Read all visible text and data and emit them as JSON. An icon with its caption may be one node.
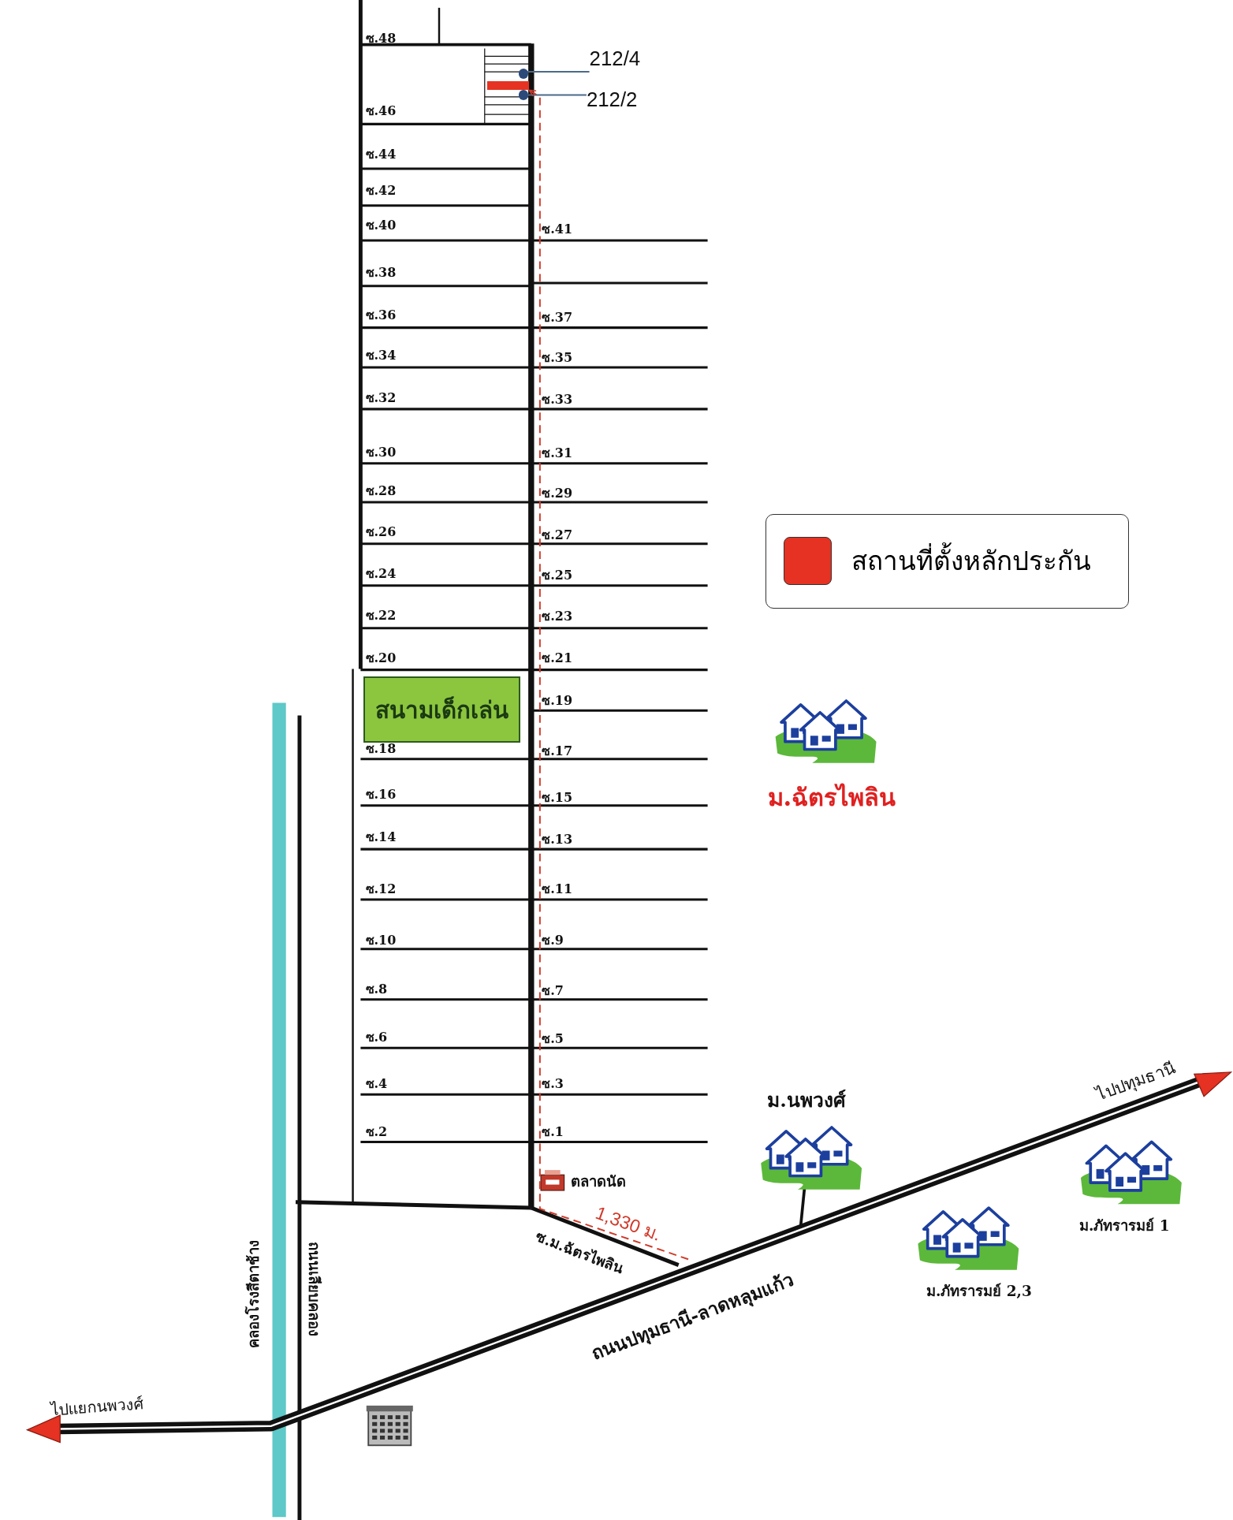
{
  "diagram": {
    "nodes": [
      {
        "text": [
          "212/4"
        ]
      },
      {
        "text": [],
        "shape": "circle"
      },
      {
        "text": [
          "212/2"
        ]
      },
      {
        "text": [],
        "shape": "circle"
      },
      {
        "text": [],
        "shape": "bar"
      },
      {
        "text": [
          "สนามเด็กเล่น"
        ]
      }
    ],
    "edges": [
      {
        "from": 0,
        "to": 1,
        "arrow": "none"
      },
      {
        "from": 2,
        "to": 3,
        "arrow": "none"
      },
      {
        "from": null,
        "to": 4,
        "arrow": "to",
        "label": "1,330 ม.",
        "style": "dashed",
        "color": "#d03a2a"
      }
    ],
    "labels": [
      "ซ.48",
      "ซ.46",
      "ซ.44",
      "ซ.42",
      "ซ.40",
      "ซ.41",
      "ซ.38",
      "ซ.36",
      "ซ.37",
      "ซ.34",
      "ซ.35",
      "ซ.32",
      "ซ.33",
      "ซ.30",
      "ซ.31",
      "ซ.28",
      "ซ.29",
      "ซ.26",
      "ซ.27",
      "ซ.24",
      "ซ.25",
      "ซ.22",
      "ซ.23",
      "ซ.20",
      "ซ.21",
      "ซ.19",
      "ซ.18",
      "ซ.17",
      "ซ.16",
      "ซ.15",
      "ซ.14",
      "ซ.13",
      "ซ.12",
      "ซ.11",
      "ซ.10",
      "ซ.9",
      "ซ.8",
      "ซ.7",
      "ซ.6",
      "ซ.5",
      "ซ.4",
      "ซ.3",
      "ซ.2",
      "ซ.1",
      "ม.ฉัตรไพลิน",
      "ม.นพวงศ์",
      "ไปปทุมธานี",
      "ตลาดนัด",
      "ม.ภัทรารมย์ 1",
      "ซ.ม.ฉัตรไพลิน",
      "คลองโรงสีตาช้าง",
      "ถนนเลียบคลอง",
      "ถนนปทุมธานี-ลาดหลุมแก้ว",
      "ม.ภัทรารมย์ 2,3",
      "ไปแยกนพวงศ์"
    ],
    "legend": [
      {
        "text": "สถานที่ตั้งหลักประกัน",
        "color": "#e53222"
      }
    ]
  }
}
